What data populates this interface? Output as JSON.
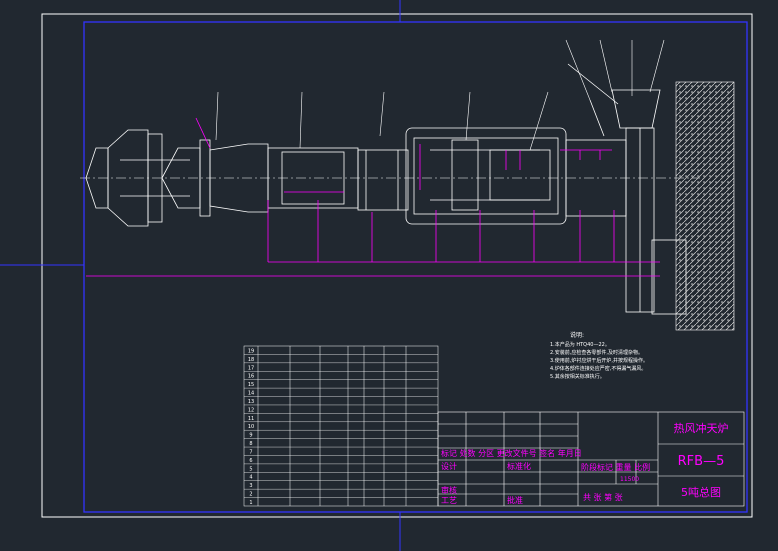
{
  "title_block": {
    "name": "热风冲天炉",
    "model": "RFB—5",
    "drawing": "5吨总图",
    "code": "11500",
    "revision_header": "标记 处数 分区 更改文件号 签名 年月日",
    "design_label": "设计",
    "std_label": "标准化",
    "review_label": "审核",
    "process_label": "工艺",
    "approve_label": "批准",
    "stage_header": "阶段标记 重量 比例",
    "sheets": "共   张 第   张"
  },
  "notes": {
    "heading": "说明:",
    "lines": [
      "1.本产品为 HTQ40—22。",
      "2.安装前,应检查各零部件,及时清理杂物。",
      "3.使用前,炉衬应烘干后开炉,并按规程操作。",
      "4.炉体各部件连接处应严密,不得漏气漏风。",
      "5.其余按相关标准执行。"
    ]
  },
  "bom": {
    "rows": [
      "19",
      "18",
      "17",
      "16",
      "15",
      "14",
      "13",
      "12",
      "11",
      "10",
      "9",
      "8",
      "7",
      "6",
      "5",
      "4",
      "3",
      "2",
      "1"
    ]
  },
  "colors": {
    "background": "#212830",
    "frame": "#ffffff",
    "border": "#3333ff",
    "dimension": "#ff00ff",
    "part": "#ffffff"
  }
}
